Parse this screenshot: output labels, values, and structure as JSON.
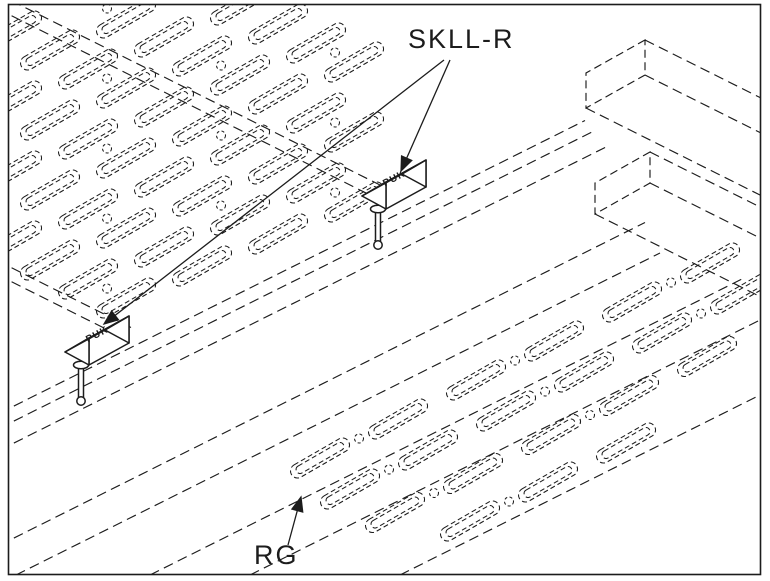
{
  "drawing": {
    "type": "technical-diagram",
    "labels": {
      "clamp_callout": "SKLL-R",
      "tray_callout": "RG",
      "clamp_brand": "PUK"
    },
    "colors": {
      "line": "#1c1c1c",
      "background": "#ffffff"
    }
  }
}
